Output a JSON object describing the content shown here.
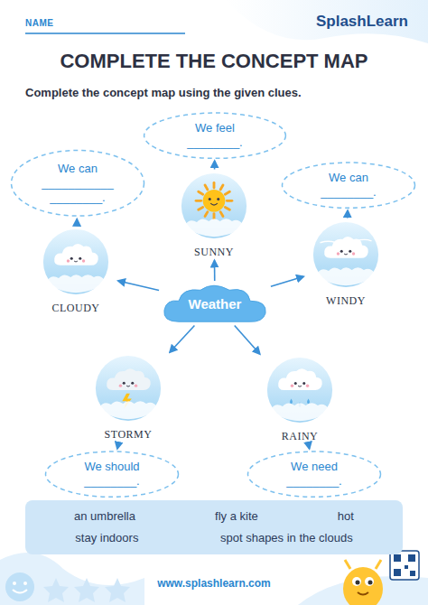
{
  "diagram": {
    "title": "COMPLETE THE CONCEPT MAP",
    "nodes": [
      {
        "text": [
          "We feel",
          "________."
        ]
      },
      {
        "text": [
          "We can",
          "___________ ________."
        ]
      },
      {
        "text": [
          "We can",
          "________."
        ]
      },
      {
        "text": [
          "SUNNY"
        ]
      },
      {
        "text": [
          "CLOUDY"
        ]
      },
      {
        "text": [
          "WINDY"
        ]
      },
      {
        "text": [
          "Weather"
        ]
      },
      {
        "text": [
          "STORMY"
        ]
      },
      {
        "text": [
          "RAINY"
        ]
      },
      {
        "text": [
          "We should",
          "________."
        ]
      },
      {
        "text": [
          "We need",
          "________."
        ]
      },
      {
        "text": [
          "an umbrella",
          "fly a kite",
          "hot",
          "stay indoors",
          "spot shapes in the clouds"
        ]
      }
    ],
    "edges": [
      {
        "from": 6,
        "to": 3,
        "arrow": "to"
      },
      {
        "from": 6,
        "to": 4,
        "arrow": "to"
      },
      {
        "from": 6,
        "to": 5,
        "arrow": "to"
      },
      {
        "from": 6,
        "to": 7,
        "arrow": "to"
      },
      {
        "from": 6,
        "to": 8,
        "arrow": "to"
      },
      {
        "from": 3,
        "to": 0,
        "arrow": "to"
      },
      {
        "from": 4,
        "to": 1,
        "arrow": "to"
      },
      {
        "from": 5,
        "to": 2,
        "arrow": "to"
      },
      {
        "from": 7,
        "to": 9,
        "arrow": "to"
      },
      {
        "from": 8,
        "to": 10,
        "arrow": "to"
      }
    ],
    "labels": [
      "NAME",
      "SplashLearn",
      "Complete the concept map using the given clues.",
      "www.splashlearn.com"
    ]
  }
}
